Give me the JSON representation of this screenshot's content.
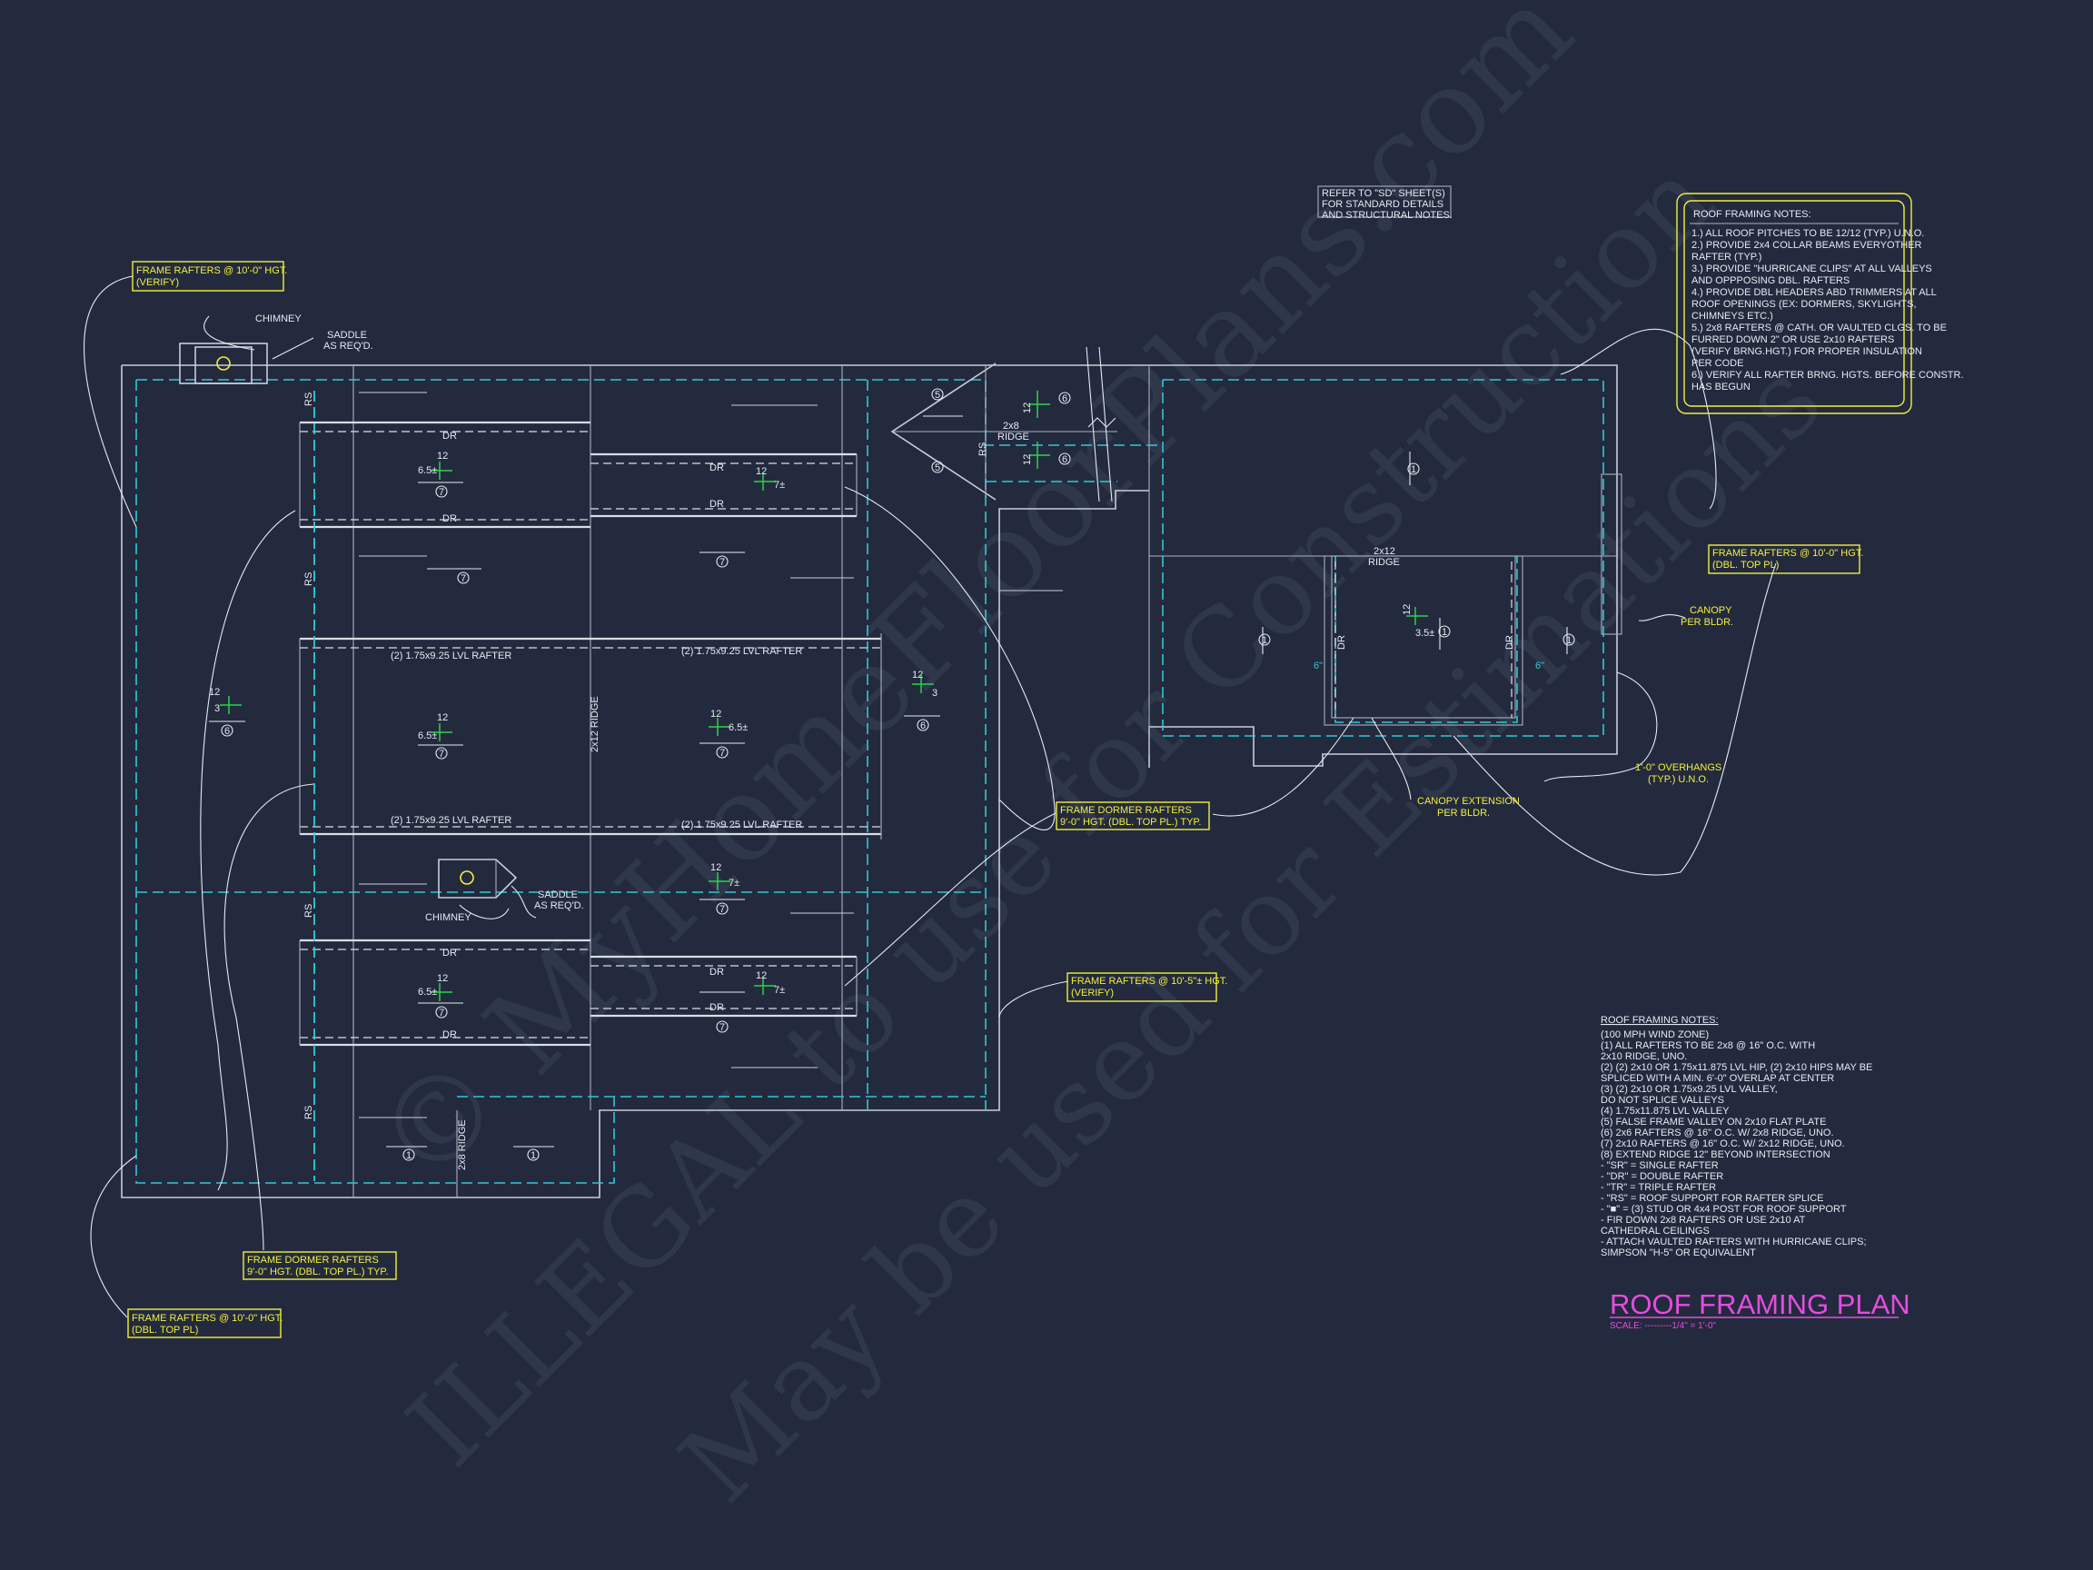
{
  "watermark": {
    "line1": "© MyHomeFloorPlans.com",
    "line2": "ILLEGAL to use for Construction",
    "line3": "May be used for Estimations"
  },
  "title": {
    "text": "ROOF FRAMING PLAN",
    "scale": "SCALE: ---------1/4\" = 1'-0\""
  },
  "refer_note": [
    "REFER TO \"SD\" SHEET(S)",
    "FOR STANDARD DETAILS",
    "AND STRUCTURAL NOTES."
  ],
  "notes_box": {
    "title": "ROOF FRAMING NOTES:",
    "lines": [
      "1.) ALL ROOF PITCHES TO BE 12/12 (TYP.) U.N.O.",
      "2.) PROVIDE 2x4 COLLAR BEAMS EVERYOTHER",
      "     RAFTER (TYP.)",
      "3.) PROVIDE \"HURRICANE CLIPS\" AT ALL VALLEYS",
      "     AND OPPPOSING DBL. RAFTERS",
      "4.) PROVIDE DBL HEADERS ABD TRIMMERS AT ALL",
      "     ROOF OPENINGS (EX: DORMERS, SKYLIGHTS,",
      "     CHIMNEYS ETC.)",
      "5.) 2x8 RAFTERS @ CATH. OR VAULTED CLGS. TO BE",
      "     FURRED DOWN 2\" OR USE 2x10 RAFTERS",
      "     (VERIFY BRNG.HGT.) FOR PROPER INSULATION",
      "     PER CODE",
      "6.) VERIFY ALL RAFTER BRNG. HGTS. BEFORE CONSTR.",
      "     HAS BEGUN"
    ]
  },
  "notes_list": {
    "title": "ROOF FRAMING NOTES:",
    "lines": [
      "(100 MPH WIND ZONE)",
      "(1)  ALL RAFTERS TO BE 2x8 @ 16\" O.C. WITH",
      "      2x10 RIDGE, UNO.",
      "(2)  (2) 2x10 OR 1.75x11.875 LVL HIP, (2) 2x10 HIPS MAY BE",
      "      SPLICED WITH A MIN. 6'-0\" OVERLAP AT CENTER",
      "(3)  (2) 2x10 OR 1.75x9.25 LVL VALLEY,",
      "      DO NOT SPLICE VALLEYS",
      "(4)  1.75x11.875 LVL VALLEY",
      "(5)  FALSE FRAME VALLEY ON 2x10 FLAT PLATE",
      "(6)  2x6 RAFTERS @ 16\" O.C. W/ 2x8 RIDGE, UNO.",
      "(7)  2x10 RAFTERS @ 16\" O.C. W/ 2x12 RIDGE, UNO.",
      "(8)  EXTEND RIDGE 12\" BEYOND INTERSECTION",
      "-    \"SR\" = SINGLE RAFTER",
      "-    \"DR\" = DOUBLE RAFTER",
      "-    \"TR\" = TRIPLE RAFTER",
      "-    \"RS\" = ROOF SUPPORT FOR RAFTER SPLICE",
      "-    \"■\" = (3) STUD OR 4x4 POST FOR ROOF SUPPORT",
      "-    FIR DOWN 2x8 RAFTERS OR USE 2x10 AT",
      "      CATHEDRAL CEILINGS",
      "-    ATTACH VAULTED RAFTERS WITH HURRICANE CLIPS;",
      "      SIMPSON \"H-5\" OR EQUIVALENT"
    ]
  },
  "callouts": {
    "frame_top_left": [
      "FRAME RAFTERS @ 10'-0\" HGT.",
      "(VERIFY)"
    ],
    "frame_bottom_left": [
      "FRAME RAFTERS @ 10'-0\" HGT.",
      "(DBL. TOP PL)"
    ],
    "dormer_left": [
      "FRAME DORMER RAFTERS",
      "9'-0\" HGT. (DBL. TOP PL.) TYP."
    ],
    "dormer_center": [
      "FRAME DORMER RAFTERS",
      "9'-0\" HGT. (DBL. TOP PL.) TYP."
    ],
    "frame_center": [
      "FRAME RAFTERS @ 10'-5\"± HGT.",
      "(VERIFY)"
    ],
    "frame_right": [
      "FRAME RAFTERS @ 10'-0\" HGT.",
      "(DBL. TOP PL)"
    ],
    "canopy": [
      "CANOPY",
      "PER BLDR."
    ],
    "canopy_ext": [
      "CANOPY EXTENSION",
      "PER BLDR."
    ],
    "overhang": [
      "1'-0\" OVERHANGS",
      "(TYP.) U.N.O."
    ]
  },
  "labels": {
    "chimney": "CHIMNEY",
    "saddle": [
      "SADDLE",
      "AS REQ'D."
    ],
    "dr": "DR",
    "rs": "RS",
    "lvl_rafter": "(2) 1.75x9.25 LVL RAFTER",
    "ridge_2x8": [
      "2x8",
      "RIDGE"
    ],
    "ridge_2x12": [
      "2x12",
      "RIDGE"
    ],
    "ridge_vertical": "2x12 RIDGE",
    "ridge_small": "2x8 RIDGE",
    "pitch_12": "12",
    "pitch_65": "6.5±",
    "pitch_7": "7±",
    "pitch_3": "3",
    "pitch_35": "3.5±",
    "tag_1": "1",
    "tag_5": "5",
    "tag_6": "6",
    "tag_7": "7",
    "dim_6": "6\""
  }
}
